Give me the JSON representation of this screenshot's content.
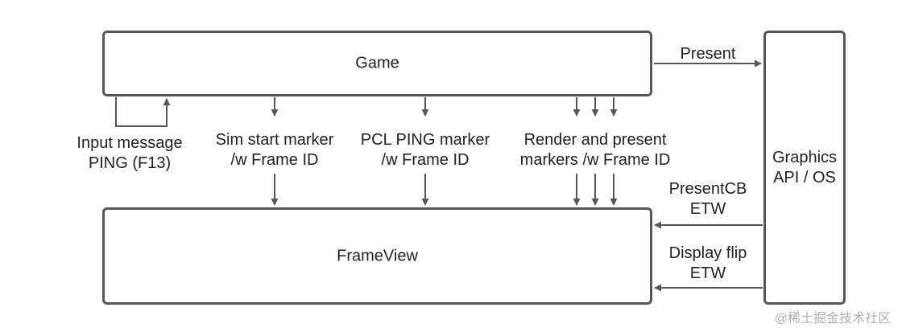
{
  "boxes": {
    "game": "Game",
    "frameview": "FrameView",
    "graphics": [
      "Graphics",
      "API / OS"
    ]
  },
  "labels": {
    "present": "Present",
    "input_message": [
      "Input message",
      "PING (F13)"
    ],
    "sim_start": [
      "Sim start marker",
      "/w Frame ID"
    ],
    "pcl_ping": [
      "PCL PING marker",
      "/w Frame ID"
    ],
    "render_present": [
      "Render and present",
      "markers /w Frame ID"
    ],
    "presentcb": [
      "PresentCB",
      "ETW"
    ],
    "display_flip": [
      "Display flip",
      "ETW"
    ]
  },
  "watermark": "@稀土掘金技术社区",
  "colors": {
    "stroke": "#565656",
    "text": "#222222",
    "watermark": "#b0b0b0"
  }
}
